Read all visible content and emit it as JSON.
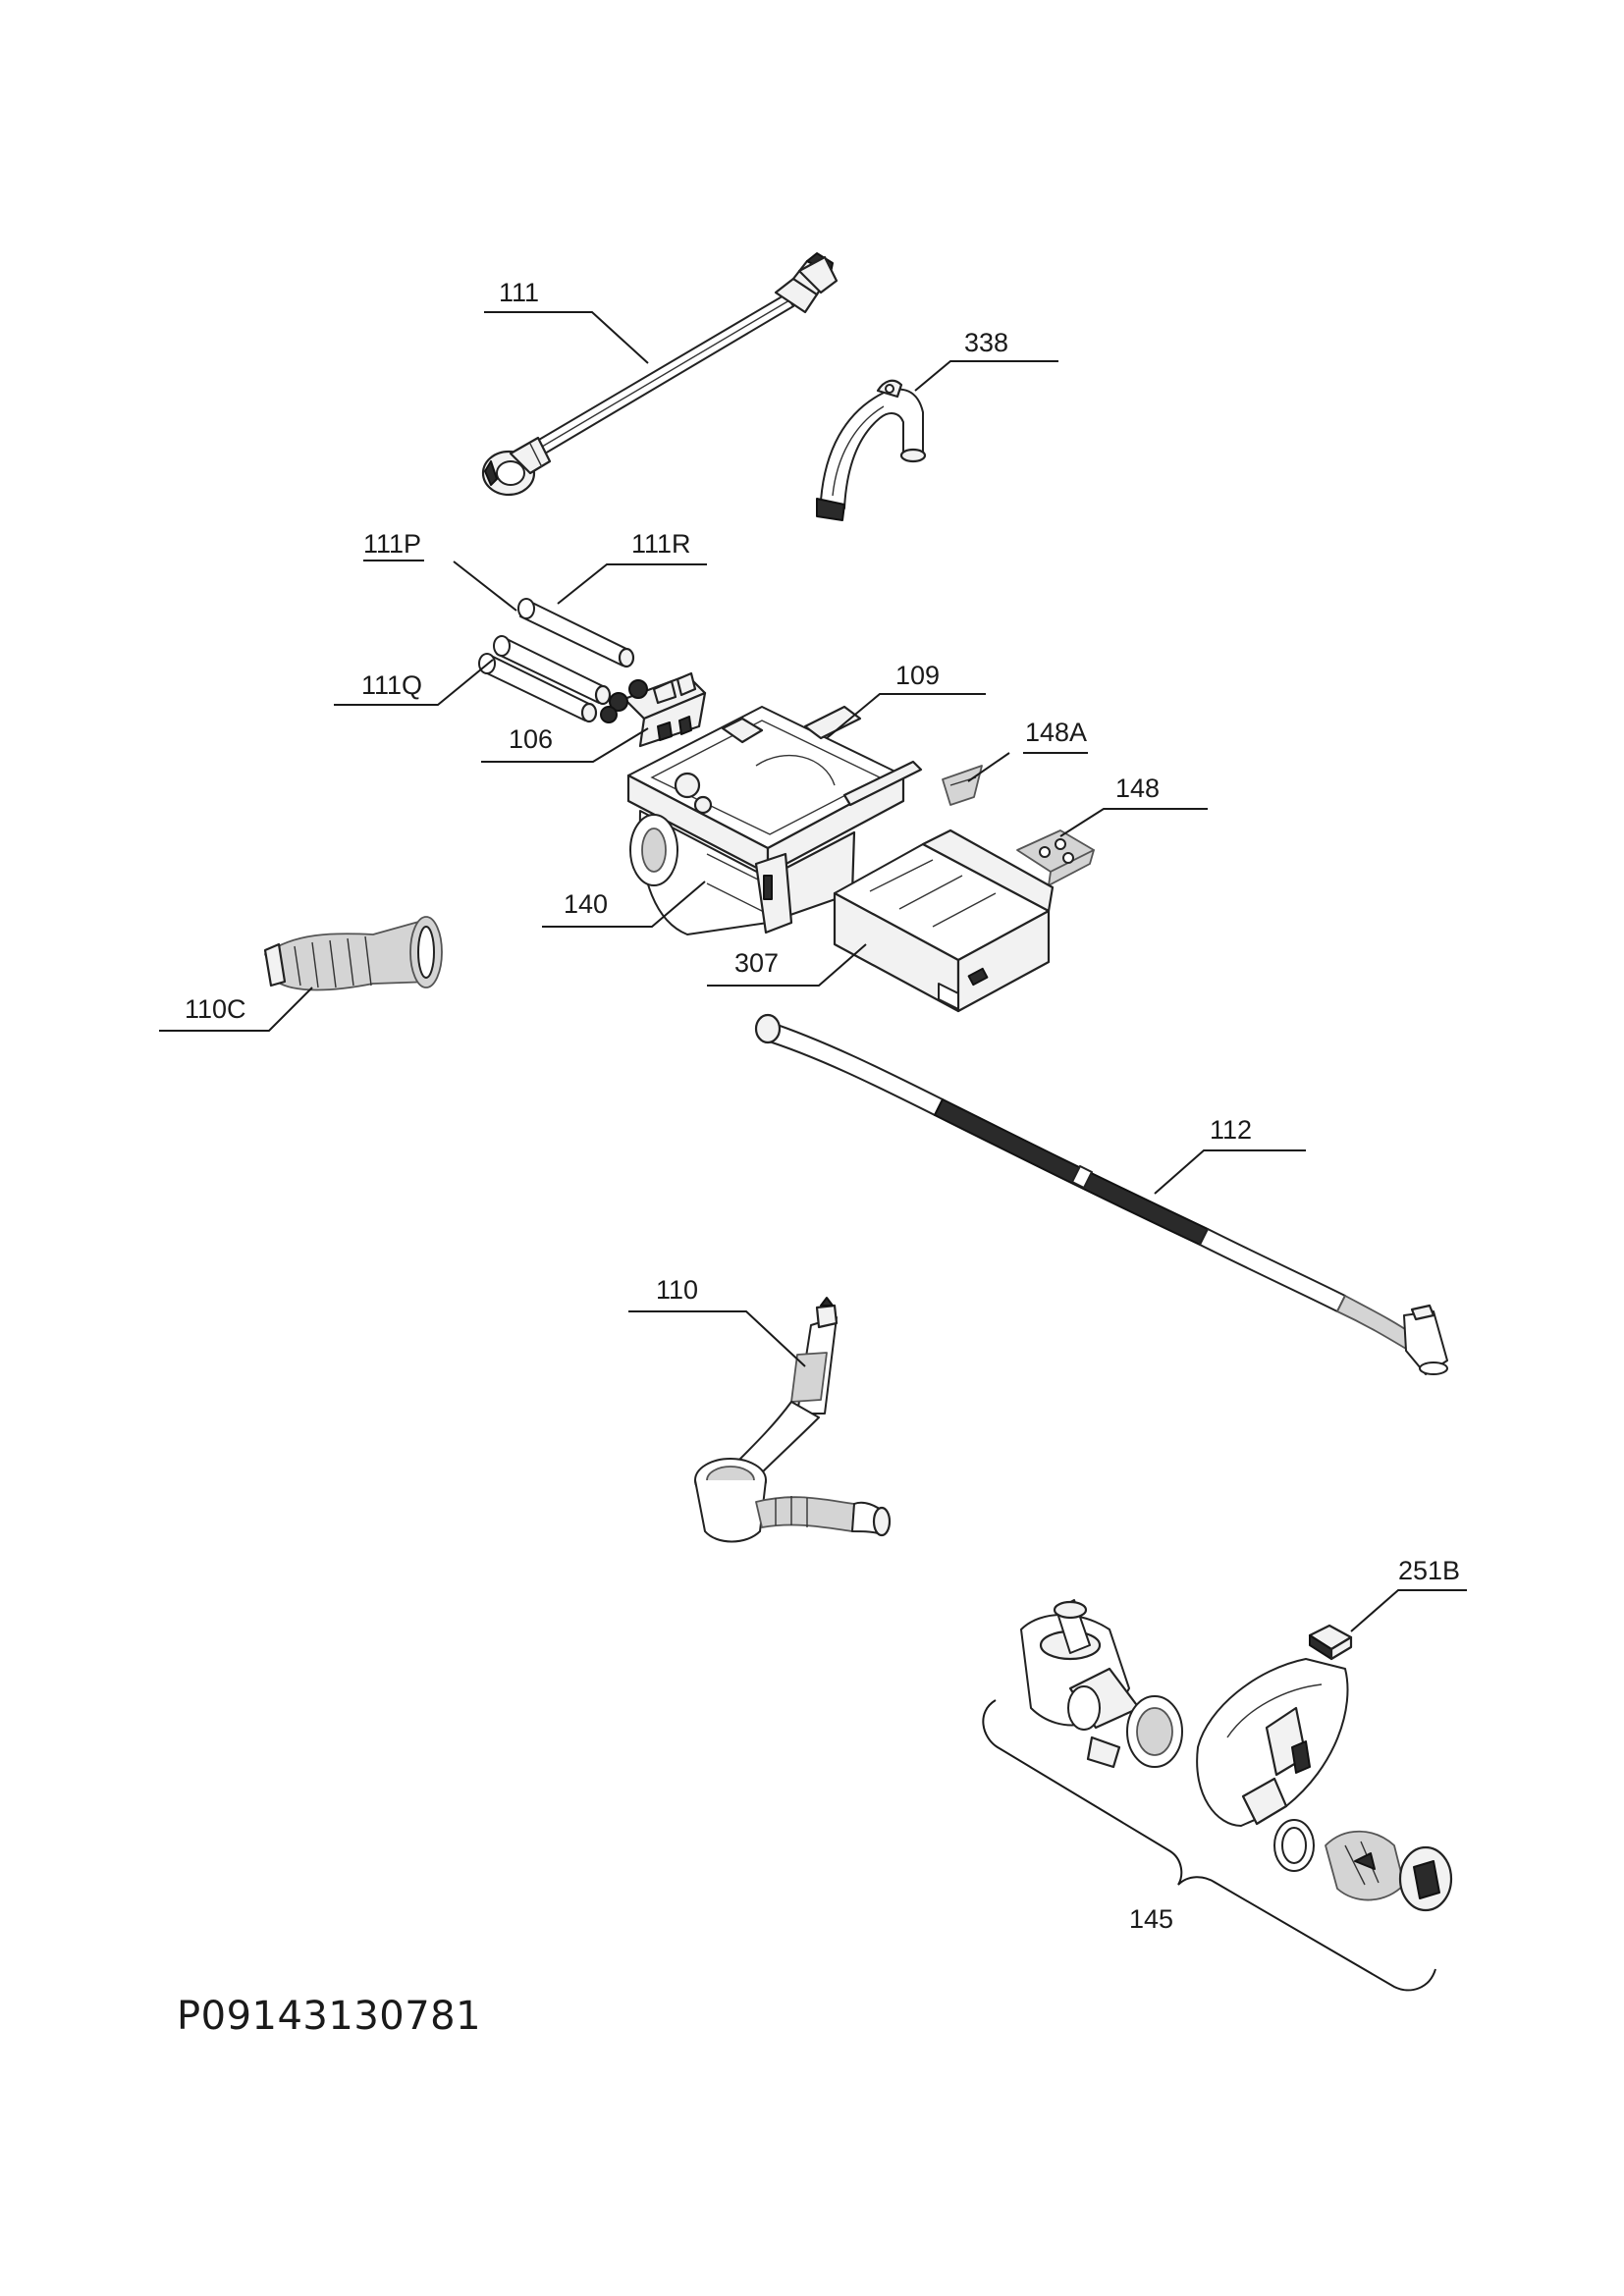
{
  "parts": {
    "p111": "111",
    "p338": "338",
    "p111P": "111P",
    "p111R": "111R",
    "p111Q": "111Q",
    "p106": "106",
    "p109": "109",
    "p148A": "148A",
    "p148": "148",
    "p140": "140",
    "p307": "307",
    "p110C": "110C",
    "p112": "112",
    "p110": "110",
    "p251B": "251B",
    "p145": "145"
  },
  "document_code": "P09143130781",
  "icons": {
    "inlet_hose": "inlet-hose-icon",
    "hose_guide": "hose-guide-icon",
    "tube": "tube-icon",
    "valve": "solenoid-valve-icon",
    "dispenser": "dispenser-housing-icon",
    "drawer": "detergent-drawer-icon",
    "bellows": "bellows-hose-icon",
    "drain_hose": "drain-hose-icon",
    "sump": "sump-hose-icon",
    "pump": "drain-pump-icon",
    "cap": "cap-icon",
    "flap": "flap-icon",
    "insert": "insert-icon"
  }
}
